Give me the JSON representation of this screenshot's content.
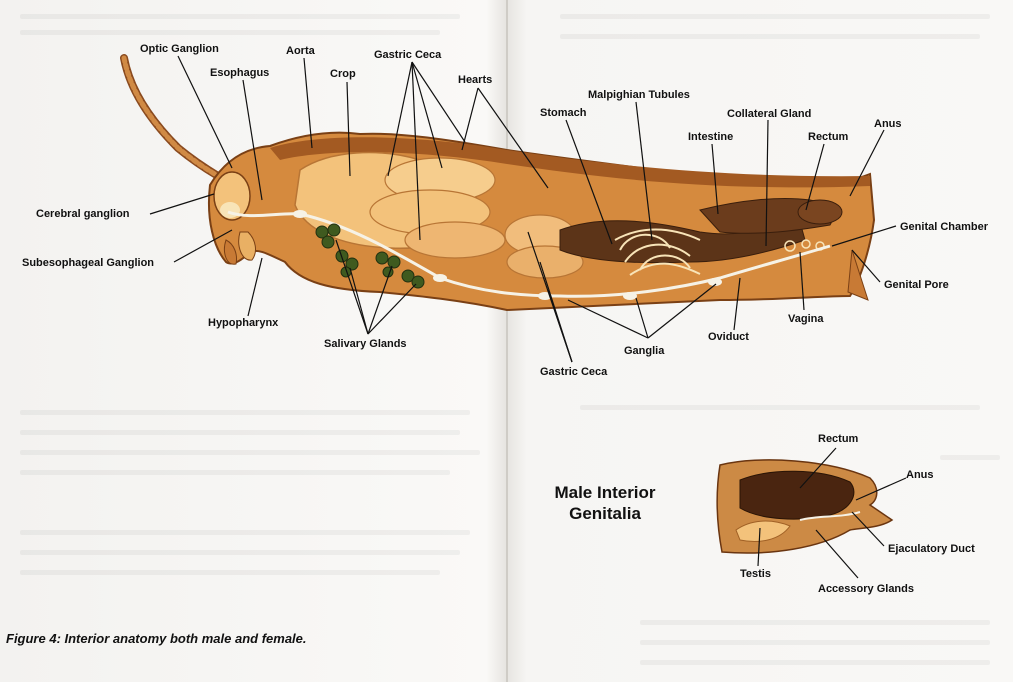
{
  "labels": {
    "optic_ganglion": "Optic Ganglion",
    "esophagus": "Esophagus",
    "aorta": "Aorta",
    "crop": "Crop",
    "gastric_ceca_top": "Gastric Ceca",
    "hearts": "Hearts",
    "stomach": "Stomach",
    "malpighian_tubules": "Malpighian Tubules",
    "collateral_gland": "Collateral Gland",
    "intestine": "Intestine",
    "rectum": "Rectum",
    "anus": "Anus",
    "cerebral_ganglion": "Cerebral ganglion",
    "subesophageal_ganglion": "Subesophageal Ganglion",
    "hypopharynx": "Hypopharynx",
    "salivary_glands": "Salivary Glands",
    "ganglia": "Ganglia",
    "gastric_ceca_bottom": "Gastric Ceca",
    "oviduct": "Oviduct",
    "vagina": "Vagina",
    "genital_chamber": "Genital Chamber",
    "genital_pore": "Genital Pore",
    "male_rectum": "Rectum",
    "male_anus": "Anus",
    "ejaculatory_duct": "Ejaculatory Duct",
    "testis": "Testis",
    "accessory_glands": "Accessory Glands"
  },
  "male_title": "Male Interior Genitalia",
  "caption": "Figure 4: Interior anatomy both male and female.",
  "colors": {
    "body": "#d58a3e",
    "body_dark": "#a35a22",
    "organ_light": "#f3c27b",
    "organ_dark": "#5c3418",
    "gland_green": "#3f5a1f",
    "nerve": "#f6f2e6"
  }
}
